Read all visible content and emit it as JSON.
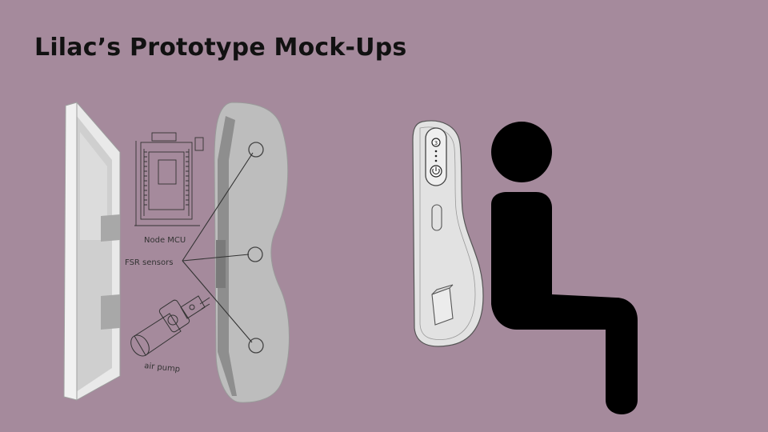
{
  "slide": {
    "title": "Lilac’s Prototype Mock-Ups"
  },
  "sketch_labels": {
    "node_mcu": "Node MCU",
    "fsr_sensors": "FSR sensors",
    "air_pump": "air pump"
  },
  "device_buttons": {
    "top_glyph": "3",
    "power_glyph": "⏻"
  },
  "colors": {
    "background": "#a58a9c",
    "title": "#111111",
    "cushion_gray": "#bdbdbd",
    "device_light": "#e2e2e2",
    "icon": "#000000"
  },
  "icons": [
    "sitting-person-icon",
    "power-icon"
  ]
}
